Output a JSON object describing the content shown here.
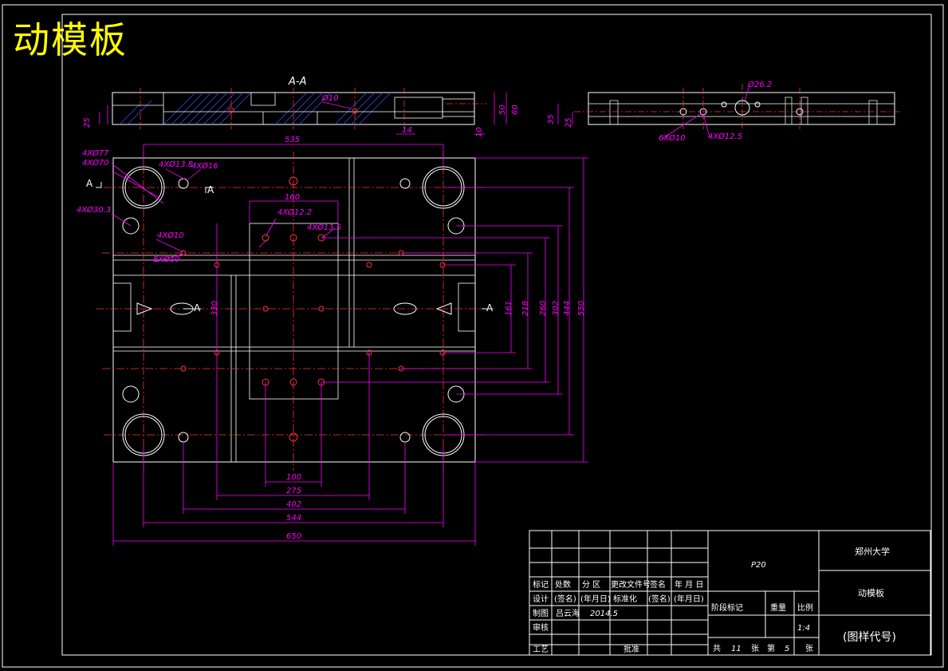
{
  "title": "动模板",
  "section": {
    "label": "A-A",
    "a_mark": "A"
  },
  "dims": {
    "d535": "535",
    "d160": "160",
    "d100": "100",
    "d275": "275",
    "d402": "402",
    "d544": "544",
    "d650": "650",
    "d161": "161",
    "d218": "218",
    "d260": "260",
    "d302": "302",
    "d444": "444",
    "d550": "550",
    "d330": "330",
    "d50": "50",
    "d60": "60",
    "d25": "25",
    "d35": "35",
    "d10": "10",
    "d14": "14"
  },
  "callouts": {
    "c1": "4XØ77",
    "c2": "4XØ70",
    "c3": "4XØ13.8",
    "c4": "4XØ16",
    "c5": "4XØ30.3",
    "c6": "4XØ12.2",
    "c7": "4XØ13.5",
    "c8": "4XØ10",
    "c9": "8XØ10",
    "c10": "Ø10",
    "c11": "Ø26.2",
    "c12": "6XØ10",
    "c13": "4XØ12.5"
  },
  "title_block": {
    "material": "P20",
    "school": "郑州大学",
    "part_name": "动模板",
    "drawing_code": "(图样代号)",
    "row_labels": [
      "标记",
      "处数",
      "分 区",
      "更改文件号",
      "签名",
      "年 月 日"
    ],
    "design": [
      "设计",
      "(签名)",
      "(年月日)",
      "标准化",
      "(签名)",
      "(年月日)"
    ],
    "draw_label": "制图",
    "drafter": "吕云海",
    "date": "2014.5",
    "review": "审核",
    "process": "工艺",
    "approve": "批准",
    "stage_mark": "阶段标记",
    "weight": "重量",
    "scale_label": "比例",
    "scale": "1:4",
    "sheet_total_pre": "共",
    "sheet_total": "11",
    "sheet_unit": "张",
    "sheet_no_pre": "第",
    "sheet_no": "5",
    "sheet_unit2": "张"
  },
  "colors": {
    "line": "#ffffff",
    "dimension": "#ff00ff",
    "center": "#ff3333",
    "hatch": "#3355ff",
    "title": "#ffff00"
  }
}
